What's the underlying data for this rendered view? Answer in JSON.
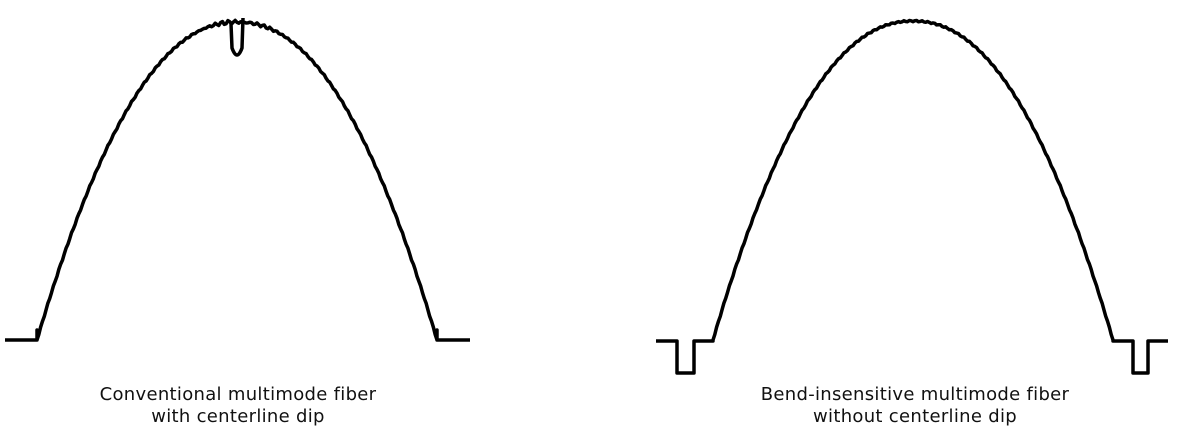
{
  "figures": [
    {
      "caption_line1": "Conventional multimode fiber",
      "caption_line2": "with centerline dip",
      "has_centerline_dip": true,
      "has_trench": false
    },
    {
      "caption_line1": "Bend-insensitive multimode fiber",
      "caption_line2": "without centerline dip",
      "has_centerline_dip": false,
      "has_trench": true
    }
  ],
  "colors": {
    "line": "#000000",
    "background": "#ffffff"
  }
}
